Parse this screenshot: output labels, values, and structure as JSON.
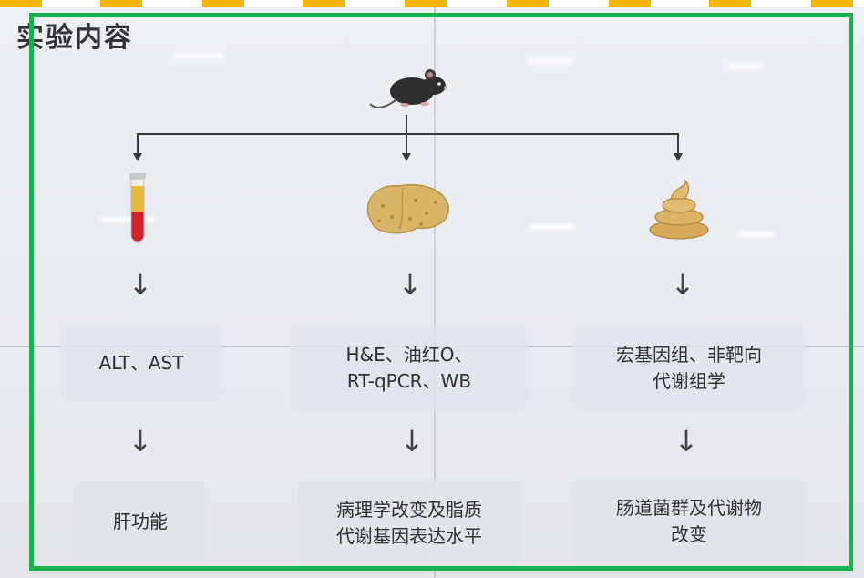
{
  "title": "实验内容",
  "branches": [
    {
      "icon": "blood-tube-icon",
      "method": "ALT、AST",
      "result": "肝功能"
    },
    {
      "icon": "liver-icon",
      "method": "H&E、油红O、\nRT-qPCR、WB",
      "result": "病理学改变及脂质\n代谢基因表达水平"
    },
    {
      "icon": "feces-icon",
      "method": "宏基因组、非靶向\n代谢组学",
      "result": "肠道菌群及代谢物\n改变"
    }
  ],
  "source_icon": "mouse-icon",
  "arrow_glyph": "↓",
  "colors": {
    "frame": "#18b14b",
    "tabs": "#f5b400",
    "blood": "#d81e2c",
    "plasma": "#e8b93a",
    "liver": "#d9b56a",
    "feces": "#d6a95b"
  }
}
